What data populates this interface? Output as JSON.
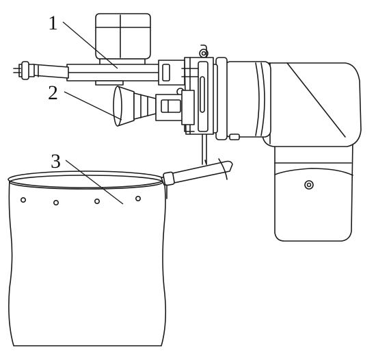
{
  "labels": {
    "one": "1",
    "two": "2",
    "three": "3"
  },
  "colors": {
    "line": "#1a1a1a",
    "background": "#ffffff"
  }
}
